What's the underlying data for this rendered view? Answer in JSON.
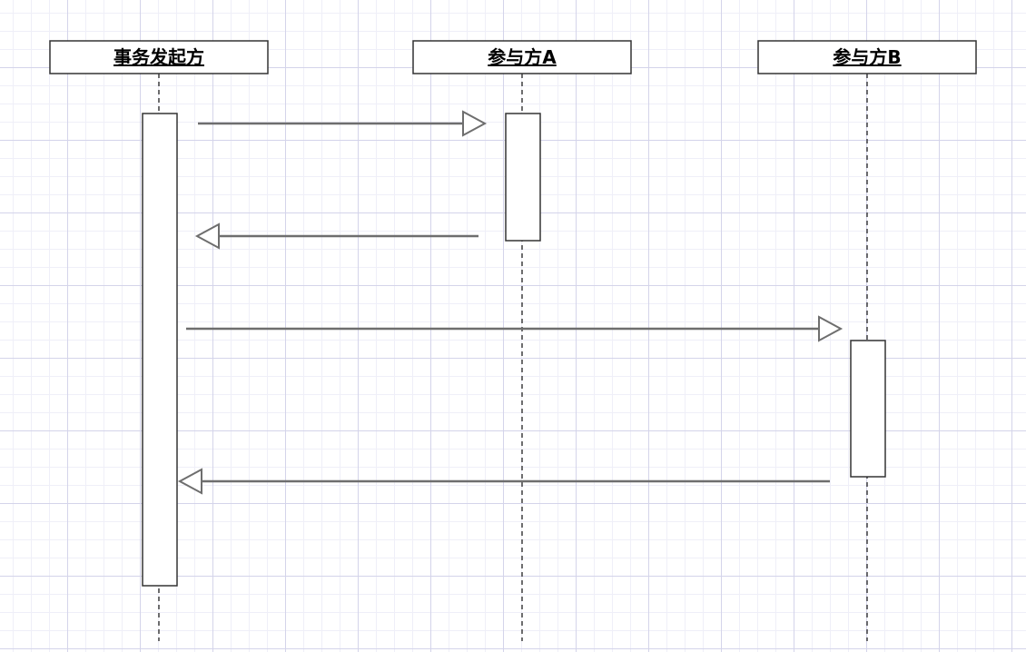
{
  "diagram": {
    "type": "sequence",
    "participants": [
      {
        "id": "initiator",
        "label": "事务发起方"
      },
      {
        "id": "party_a",
        "label": "参与方A"
      },
      {
        "id": "party_b",
        "label": "参与方B"
      }
    ],
    "messages": [
      {
        "from": "initiator",
        "to": "party_a"
      },
      {
        "from": "party_a",
        "to": "initiator"
      },
      {
        "from": "initiator",
        "to": "party_b"
      },
      {
        "from": "party_b",
        "to": "initiator"
      }
    ],
    "colors": {
      "grid_minor": "#efeff8",
      "grid_major": "#d4d4ea",
      "box_stroke": "#333333",
      "arrow_stroke": "#6e6e6e",
      "lifeline": "#222222"
    }
  }
}
